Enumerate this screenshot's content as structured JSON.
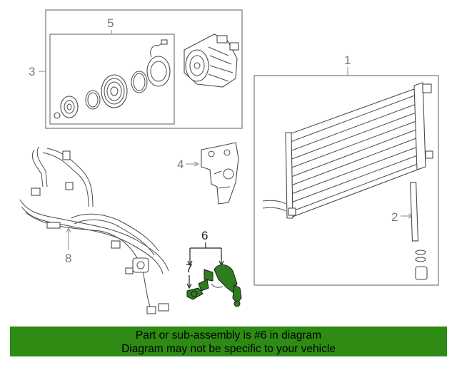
{
  "diagram": {
    "callouts": {
      "c1": "1",
      "c2": "2",
      "c3": "3",
      "c4": "4",
      "c5": "5",
      "c6": "6",
      "c7": "7",
      "c8": "8"
    },
    "highlight_color": "#2e7d1f"
  },
  "banner": {
    "line1": "Part or sub-assembly is #6 in diagram",
    "line2": "Diagram may not be specific to your vehicle",
    "background": "#2e8b14"
  }
}
